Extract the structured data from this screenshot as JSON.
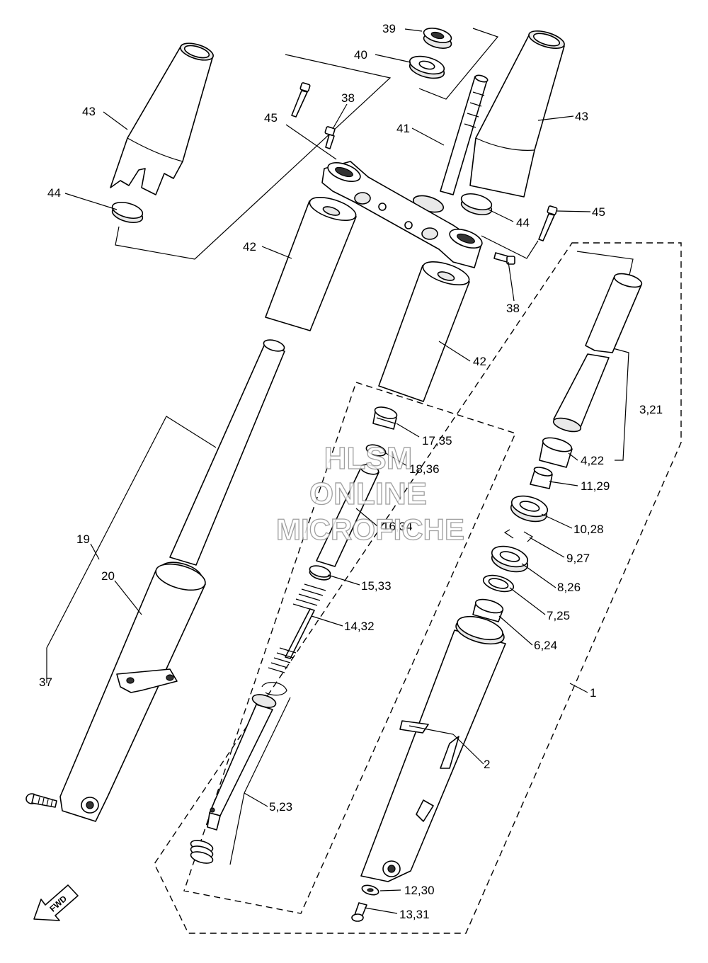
{
  "diagram": {
    "callouts": {
      "p1": "1",
      "p2": "2",
      "p3": "3,21",
      "p4": "4,22",
      "p5": "5,23",
      "p6": "6,24",
      "p7": "7,25",
      "p8": "8,26",
      "p9": "9,27",
      "p10": "10,28",
      "p11": "11,29",
      "p12": "12,30",
      "p13": "13,31",
      "p14": "14,32",
      "p15": "15,33",
      "p16": "16,34",
      "p17": "17,35",
      "p18": "18,36",
      "p19": "19",
      "p20": "20",
      "p37": "37",
      "p38a": "38",
      "p38b": "38",
      "p39": "39",
      "p40": "40",
      "p41": "41",
      "p42a": "42",
      "p42b": "42",
      "p43a": "43",
      "p43b": "43",
      "p44a": "44",
      "p44b": "44",
      "p45a": "45",
      "p45b": "45"
    },
    "watermark": {
      "line1": "HLSM",
      "line2": "ONLINE",
      "line3": "MICROFICHE"
    },
    "fwd_label": "FWD"
  }
}
